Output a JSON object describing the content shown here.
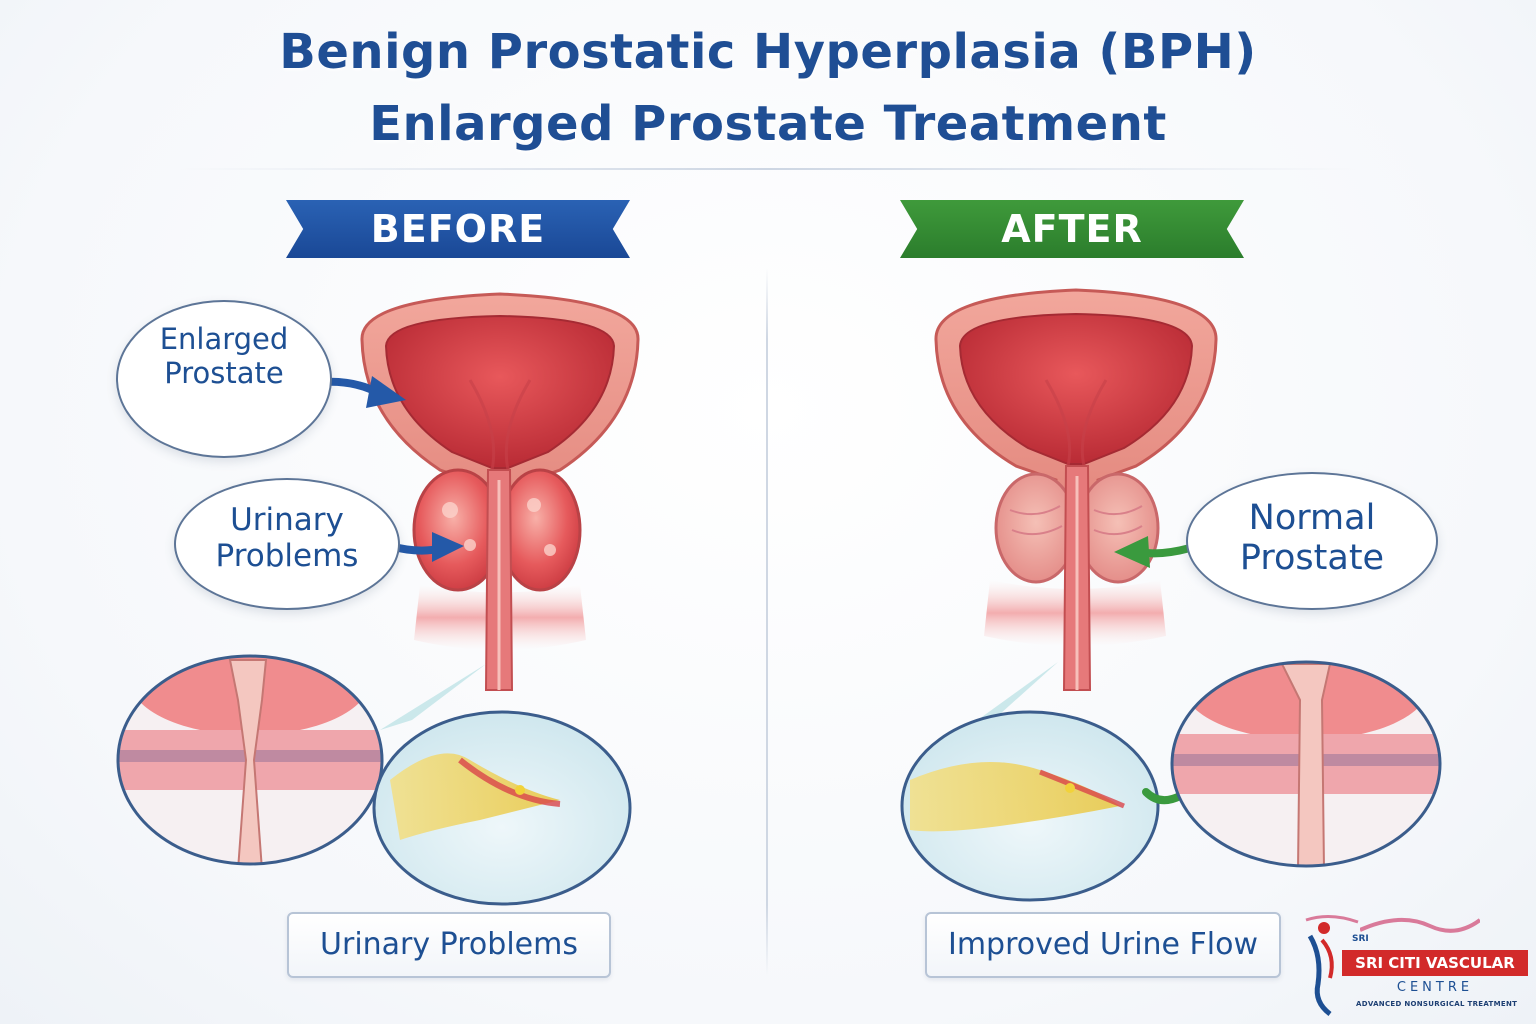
{
  "title": {
    "line1": "Benign Prostatic Hyperplasia (BPH)",
    "line2": "Enlarged Prostate Treatment"
  },
  "before": {
    "banner": "BEFORE",
    "bubble_enlarged": [
      "Enlarged",
      "Prostate"
    ],
    "bubble_urinary": [
      "Urinary",
      "Problems"
    ],
    "caption": "Urinary Problems"
  },
  "after": {
    "banner": "AFTER",
    "bubble_normal": [
      "Normal",
      "Prostate"
    ],
    "caption": "Improved Urine Flow"
  },
  "logo": {
    "sri": "SRI",
    "name": "SRI CITI VASCULAR",
    "centre": "CENTRE",
    "tagline": "ADVANCED NONSURGICAL TREATMENT"
  },
  "colors": {
    "title_blue": "#1f4e94",
    "before_banner": "#2159a8",
    "after_banner": "#36903a",
    "tissue_red": "#d9454a",
    "logo_red": "#d22a2a"
  }
}
